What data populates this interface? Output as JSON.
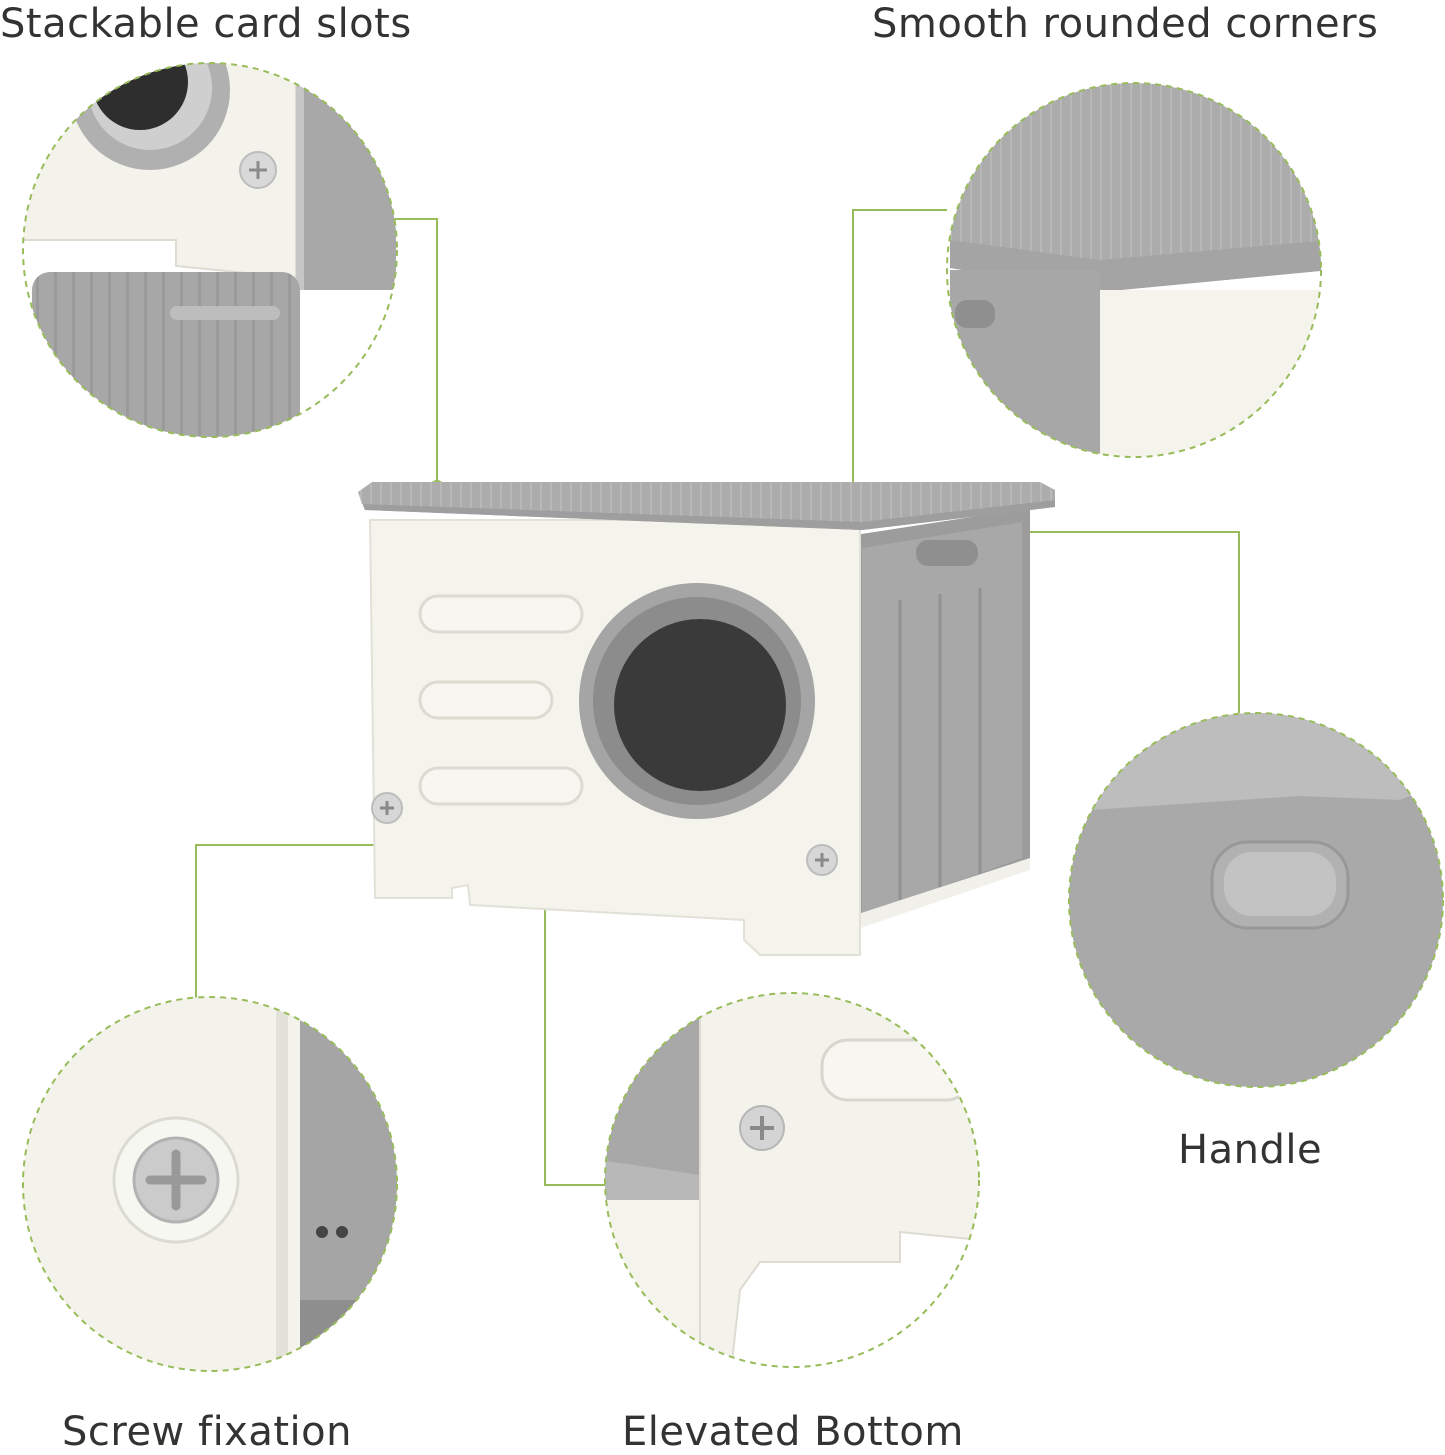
{
  "labels": {
    "stackable": "Stackable card slots",
    "rounded": "Smooth rounded corners",
    "handle": "Handle",
    "screw": "Screw fixation",
    "elevated": "Elevated Bottom"
  },
  "colors": {
    "accent": "#99bc5b",
    "text": "#333333",
    "cream": "#f4f3ec",
    "grey": "#a9a9a9",
    "dark": "#3a3a3a"
  }
}
